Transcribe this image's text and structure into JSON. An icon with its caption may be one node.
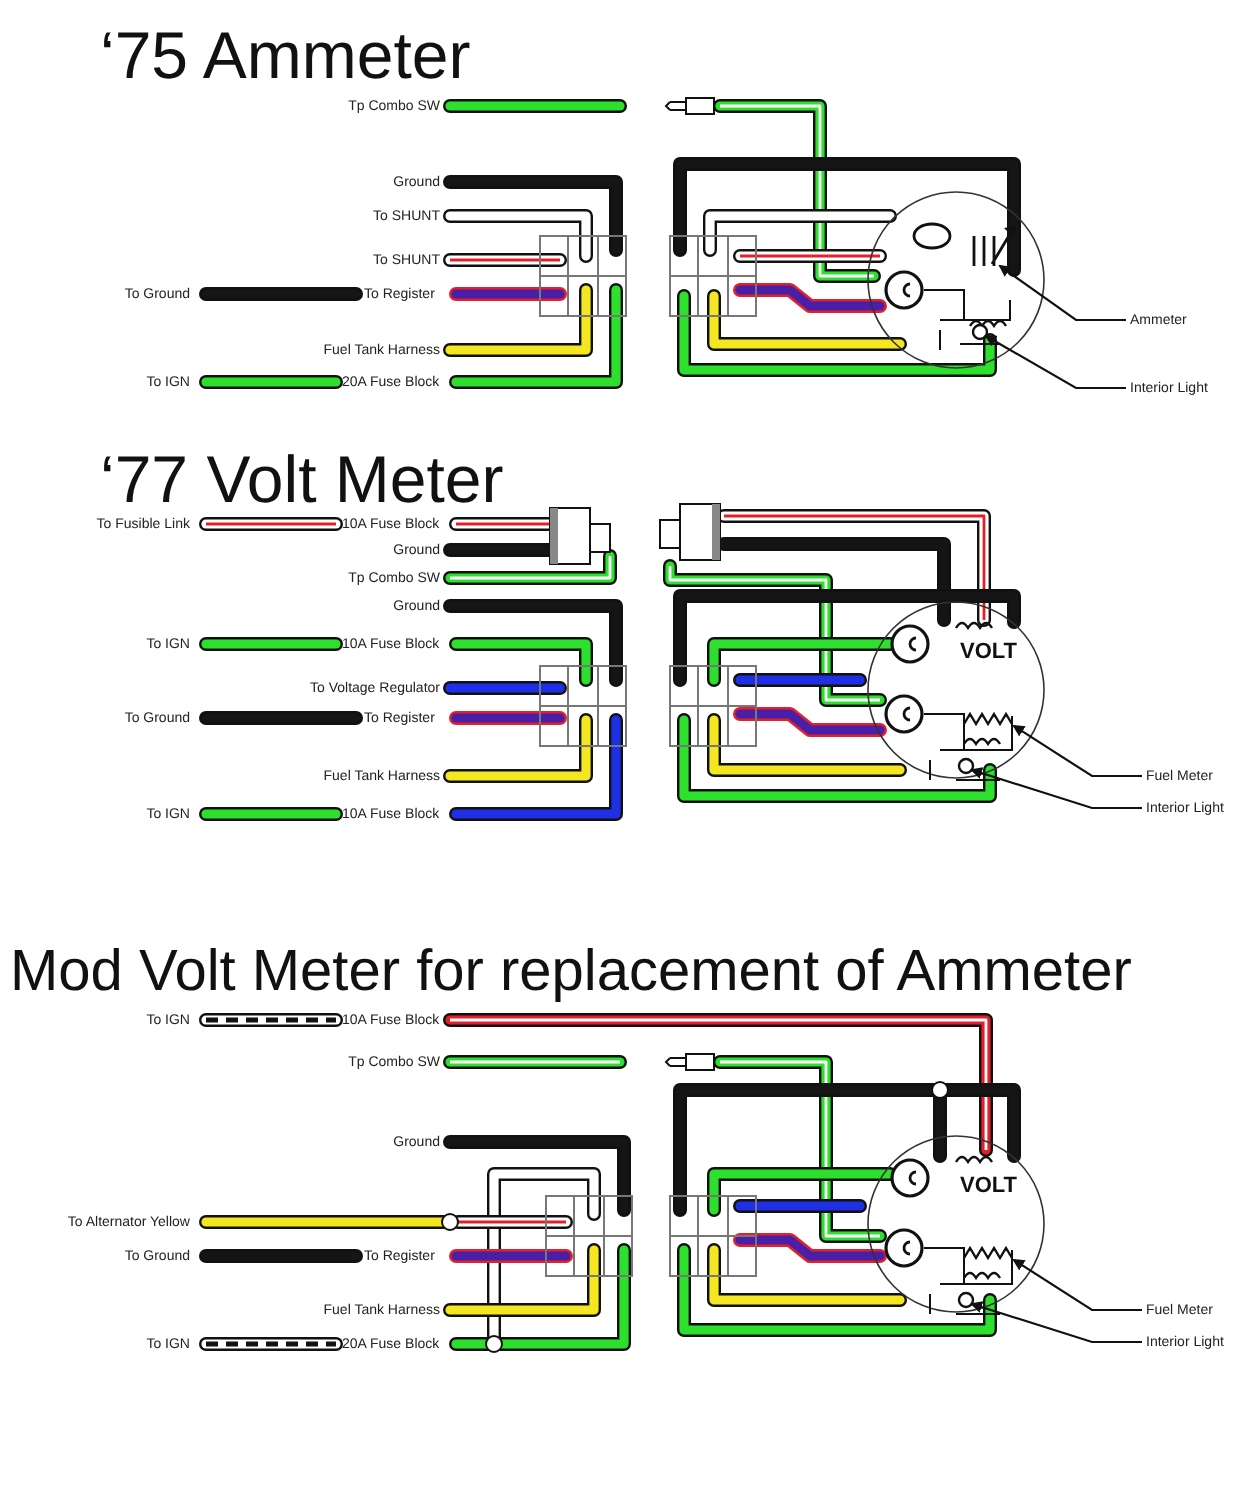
{
  "diagram": {
    "nodes": [
      {
        "text": [
          "Ammeter"
        ]
      },
      {
        "text": [],
        "shape": "picture"
      },
      {
        "text": [
          "Interior Light"
        ]
      },
      {
        "text": [],
        "shape": "circle"
      },
      {
        "text": [
          "Fuel Meter"
        ]
      },
      {
        "text": [],
        "shape": "picture"
      },
      {
        "text": [
          "Interior Light"
        ]
      },
      {
        "text": [],
        "shape": "circle"
      },
      {
        "text": [
          "Fuel Meter"
        ]
      },
      {
        "text": [],
        "shape": "picture"
      },
      {
        "text": [
          "Interior Light"
        ]
      },
      {
        "text": [],
        "shape": "circle"
      }
    ],
    "edges": [
      {
        "from": 0,
        "to": 1,
        "arrow": "to"
      },
      {
        "from": 2,
        "to": 3,
        "arrow": "to"
      },
      {
        "from": 4,
        "to": 5,
        "arrow": "to"
      },
      {
        "from": 6,
        "to": 7,
        "arrow": "to"
      },
      {
        "from": 8,
        "to": 9,
        "arrow": "to"
      },
      {
        "from": 10,
        "to": 11,
        "arrow": "to"
      }
    ],
    "labels": [
      "‘75 Ammeter",
      "Tp Combo SW",
      "Ground",
      "To SHUNT",
      "To SHUNT",
      "To Ground",
      "To Register",
      "Fuel Tank Harness",
      "To IGN",
      "20A Fuse Block",
      "‘77 Volt Meter",
      "To Fusible Link",
      "10A Fuse Block",
      "Ground",
      "Tp Combo SW",
      "Ground",
      "To IGN",
      "10A Fuse Block",
      "To Voltage Regulator",
      "To Ground",
      "To Register",
      "Fuel Tank Harness",
      "To IGN",
      "10A Fuse Block",
      "Mod Volt Meter for replacement of Ammeter",
      "To IGN",
      "10A Fuse Block",
      "Tp Combo SW",
      "Ground",
      "To Alternator Yellow",
      "To Ground",
      "To Register",
      "Fuel Tank Harness",
      "To IGN",
      "20A Fuse Block",
      "VOLT",
      "VOLT"
    ]
  }
}
